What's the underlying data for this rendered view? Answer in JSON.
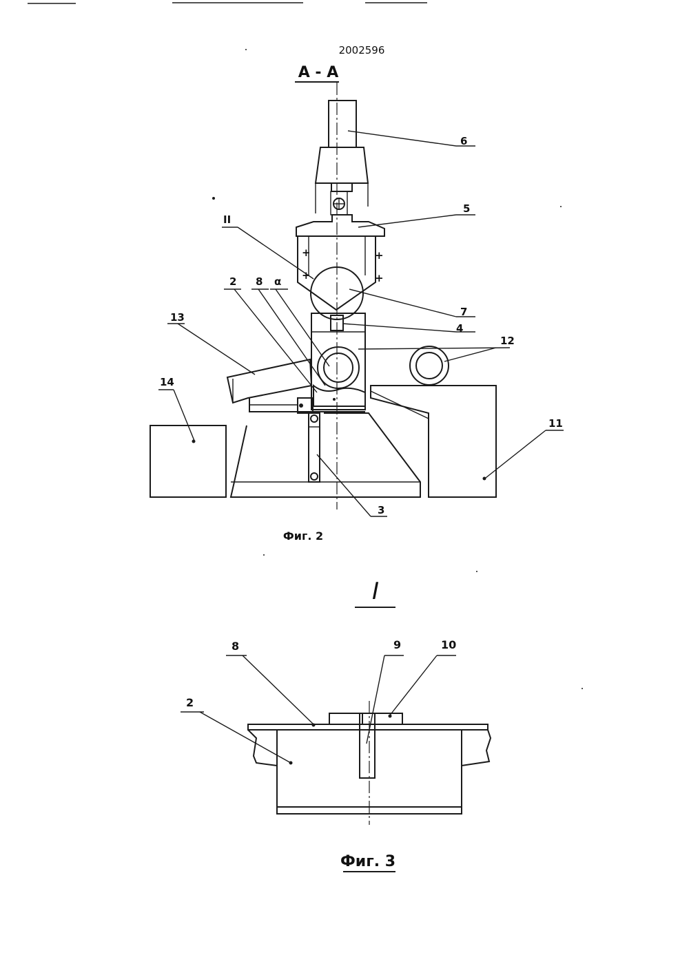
{
  "document": {
    "patent_number": "2002596",
    "section_title": "А - А",
    "detail_title": "I",
    "detail_marker": "II",
    "angle_symbol": "α"
  },
  "figure2": {
    "caption": "Фиг. 2",
    "labels": {
      "l2": "2",
      "l3": "3",
      "l4": "4",
      "l5": "5",
      "l6": "6",
      "l7": "7",
      "l8": "8",
      "l11": "11",
      "l12": "12",
      "l13": "13",
      "l14": "14"
    }
  },
  "figure3": {
    "caption": "Фиг. 3",
    "labels": {
      "l2": "2",
      "l8": "8",
      "l9": "9",
      "l10": "10"
    }
  },
  "colors": {
    "ink": "#1a1a1a",
    "paper": "#ffffff"
  }
}
